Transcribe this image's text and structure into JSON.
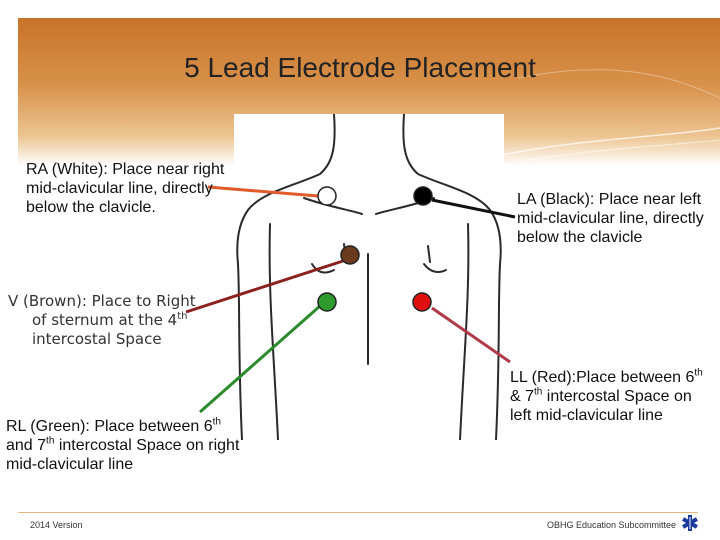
{
  "slide": {
    "title": "5 Lead Electrode Placement"
  },
  "labels": {
    "ra": "RA (White): Place near right mid-clavicular line, directly below the clavicle.",
    "la": "LA (Black): Place near left mid-clavicular line, directly below the clavicle",
    "v_line1": "V (Brown): Place to Right",
    "v_line2": "of sternum at the 4",
    "v_sup": "th",
    "v_line3": "intercostal Space",
    "rl_pre": "RL (Green): Place between 6",
    "rl_sup1": "th",
    "rl_mid": " and 7",
    "rl_sup2": "th",
    "rl_post": " intercostal Space on right mid-clavicular line",
    "ll_pre": "LL (Red):Place between 6",
    "ll_sup1": "th",
    "ll_mid": " & 7",
    "ll_sup2": "th",
    "ll_post": " intercostal Space on left mid-clavicular line"
  },
  "electrodes": [
    {
      "id": "RA",
      "color": "#ffffff"
    },
    {
      "id": "LA",
      "color": "#000000"
    },
    {
      "id": "V",
      "color": "#6b3a1e"
    },
    {
      "id": "RL",
      "color": "#2e9a2e"
    },
    {
      "id": "LL",
      "color": "#e01010"
    }
  ],
  "leader_colors": {
    "ra": "#e05a2a",
    "la": "#111111",
    "v": "#8a2020",
    "rl": "#2b8a2b",
    "ll": "#b03a4a"
  },
  "footer": {
    "left": "2014 Version",
    "right": "OBHG Education Subcommittee",
    "icon": "star-of-life-icon",
    "icon_color": "#1a3aa0"
  },
  "theme": {
    "header_color": "#c8732a"
  }
}
